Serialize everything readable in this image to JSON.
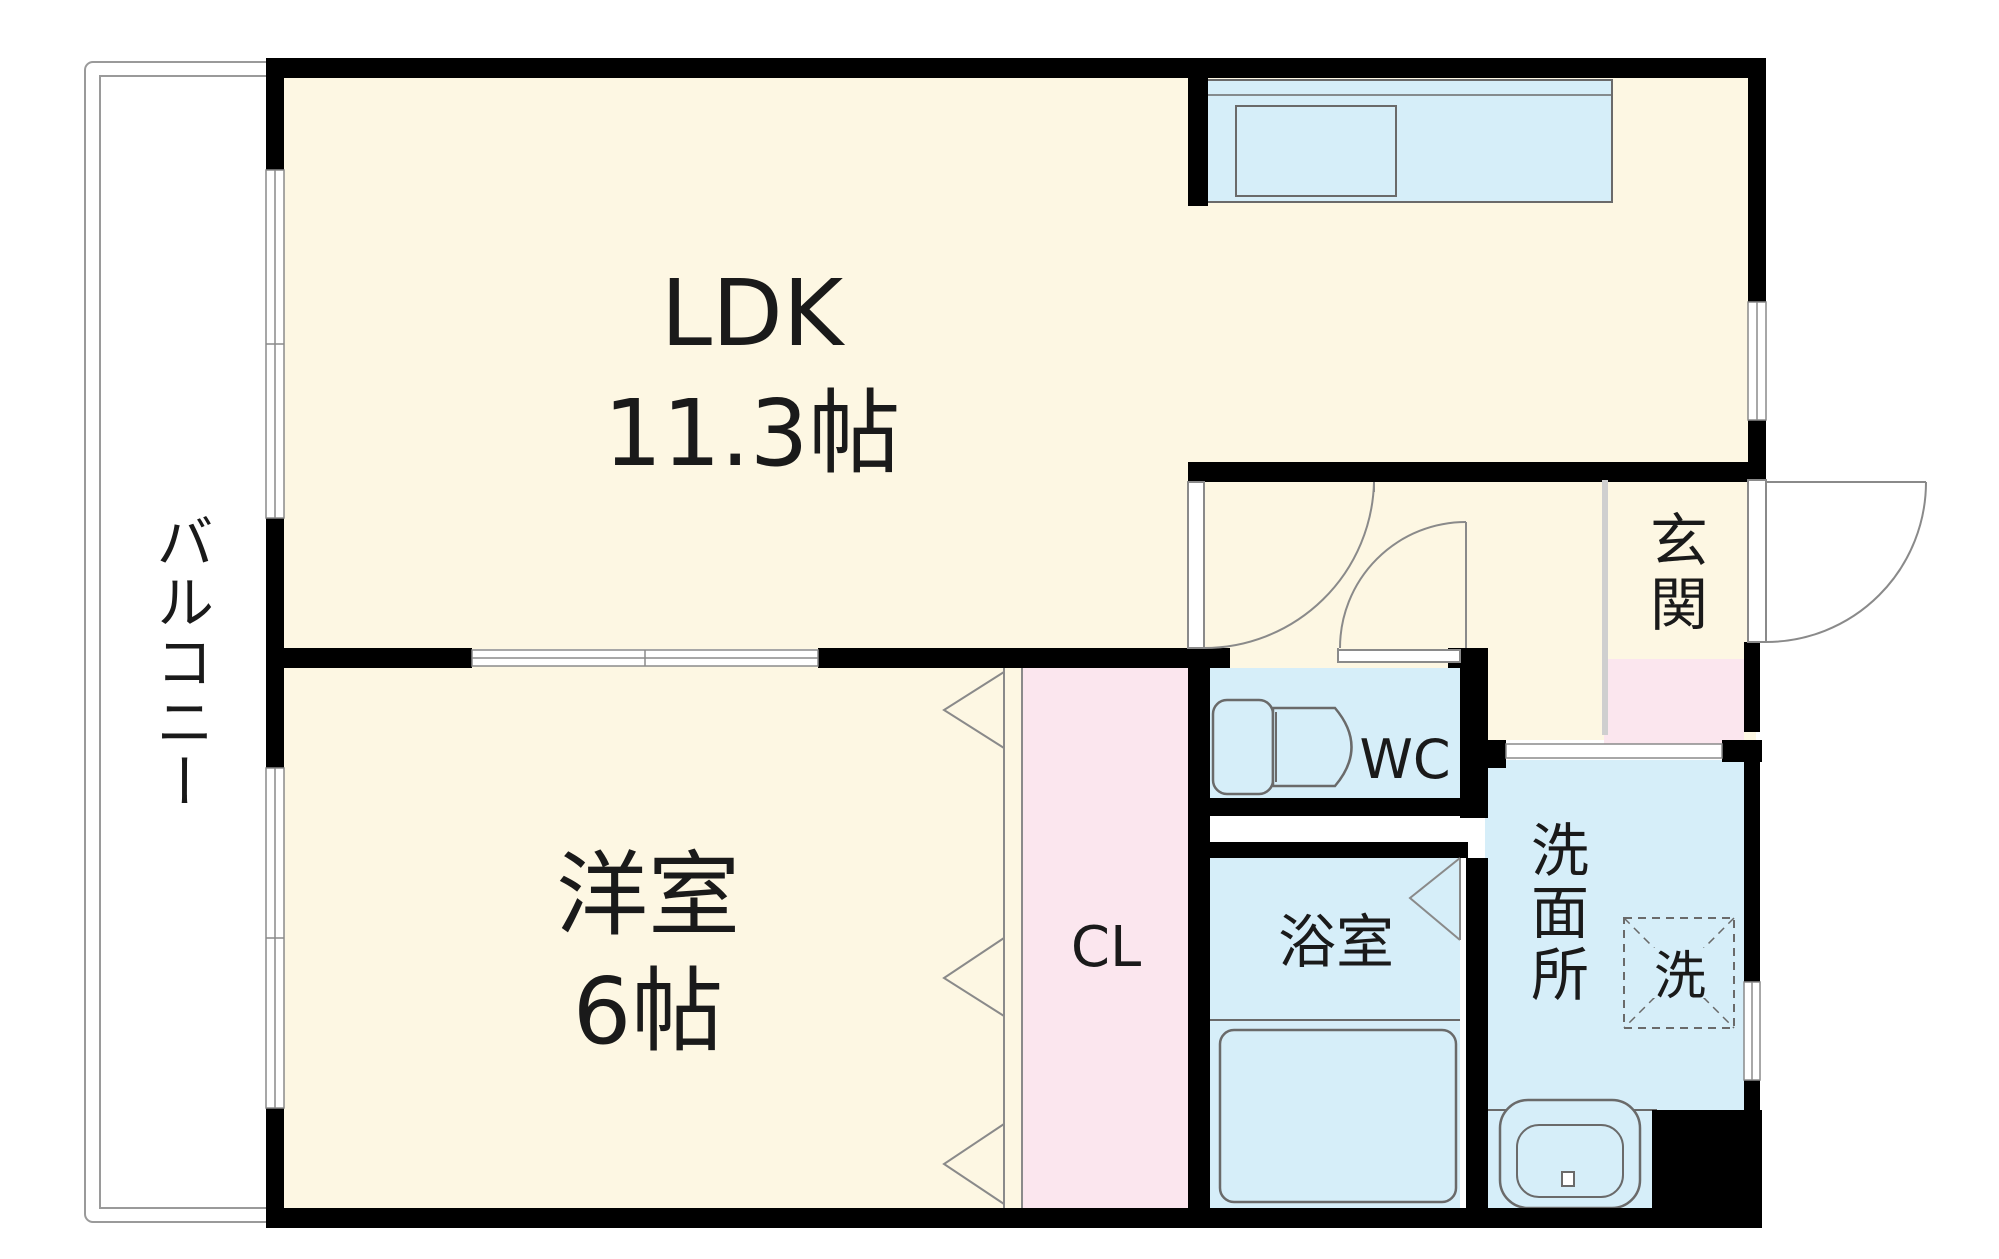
{
  "floorplan": {
    "rooms": {
      "ldk": {
        "name": "LDK",
        "size": "11.3帖"
      },
      "western": {
        "name": "洋室",
        "size": "6帖"
      },
      "closet": {
        "name": "CL"
      },
      "bath": {
        "name": "浴室"
      },
      "wc": {
        "name": "WC"
      },
      "washroom": {
        "name": "洗面所"
      },
      "entrance": {
        "name": "玄関"
      },
      "balcony": {
        "name": "バルコニー"
      }
    },
    "fixtures": {
      "washer_mark": "洗"
    },
    "colors": {
      "floor_wood": "#fdf7e3",
      "wet_area": "#d6eef9",
      "closet_pink": "#fbe6ee",
      "wall": "#000000"
    }
  }
}
